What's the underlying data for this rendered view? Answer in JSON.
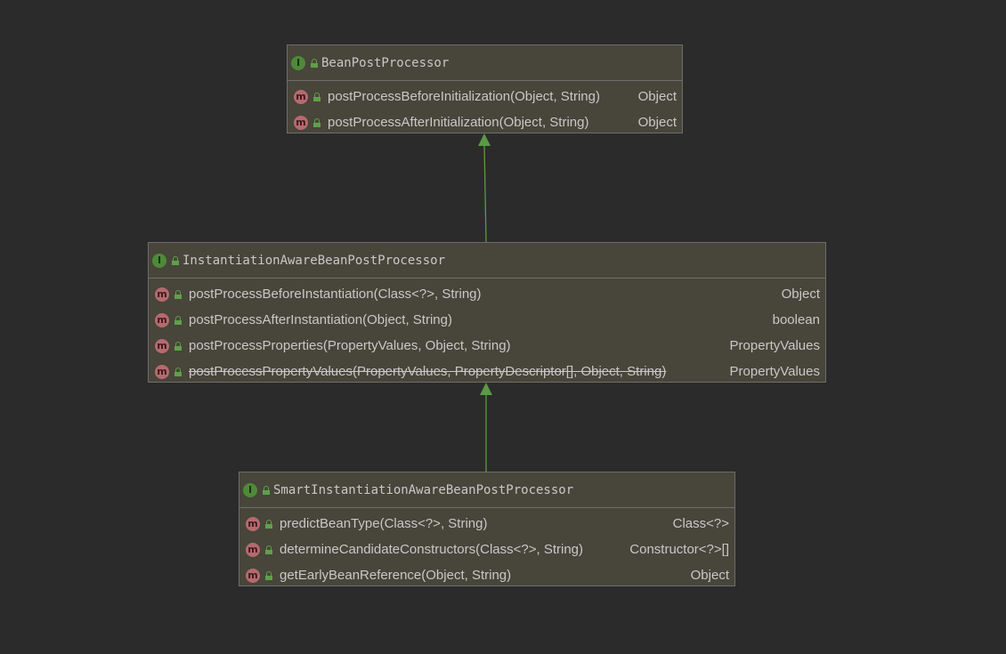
{
  "colors": {
    "background": "#2b2b2b",
    "node_fill": "#48453a",
    "node_border": "#6d6d6d",
    "edge": "#5a9a46",
    "interface_badge": "#4e8a3a",
    "method_badge": "#b56a6e",
    "public_lock": "#5fa04a"
  },
  "nodes": [
    {
      "id": "bpp",
      "kind_icon": "interface-icon",
      "badge_letter": "I",
      "title": "BeanPostProcessor",
      "methods": [
        {
          "sig": "postProcessBeforeInitialization(Object, String)",
          "ret": "Object",
          "deprecated": false
        },
        {
          "sig": "postProcessAfterInitialization(Object, String)",
          "ret": "Object",
          "deprecated": false
        }
      ]
    },
    {
      "id": "iabpp",
      "kind_icon": "interface-icon",
      "badge_letter": "I",
      "title": "InstantiationAwareBeanPostProcessor",
      "methods": [
        {
          "sig": "postProcessBeforeInstantiation(Class<?>, String)",
          "ret": "Object",
          "deprecated": false
        },
        {
          "sig": "postProcessAfterInstantiation(Object, String)",
          "ret": "boolean",
          "deprecated": false
        },
        {
          "sig": "postProcessProperties(PropertyValues, Object, String)",
          "ret": "PropertyValues",
          "deprecated": false
        },
        {
          "sig": "postProcessPropertyValues(PropertyValues, PropertyDescriptor[], Object, String)",
          "ret": "PropertyValues",
          "deprecated": true
        }
      ]
    },
    {
      "id": "siabpp",
      "kind_icon": "interface-icon",
      "badge_letter": "I",
      "title": "SmartInstantiationAwareBeanPostProcessor",
      "methods": [
        {
          "sig": "predictBeanType(Class<?>, String)",
          "ret": "Class<?>",
          "deprecated": false
        },
        {
          "sig": "determineCandidateConstructors(Class<?>, String)",
          "ret": "Constructor<?>[]",
          "deprecated": false
        },
        {
          "sig": "getEarlyBeanReference(Object, String)",
          "ret": "Object",
          "deprecated": false
        }
      ]
    }
  ],
  "method_badge_letter": "m",
  "edges": [
    {
      "from": "iabpp",
      "to": "bpp",
      "type": "extends"
    },
    {
      "from": "siabpp",
      "to": "iabpp",
      "type": "extends"
    }
  ]
}
